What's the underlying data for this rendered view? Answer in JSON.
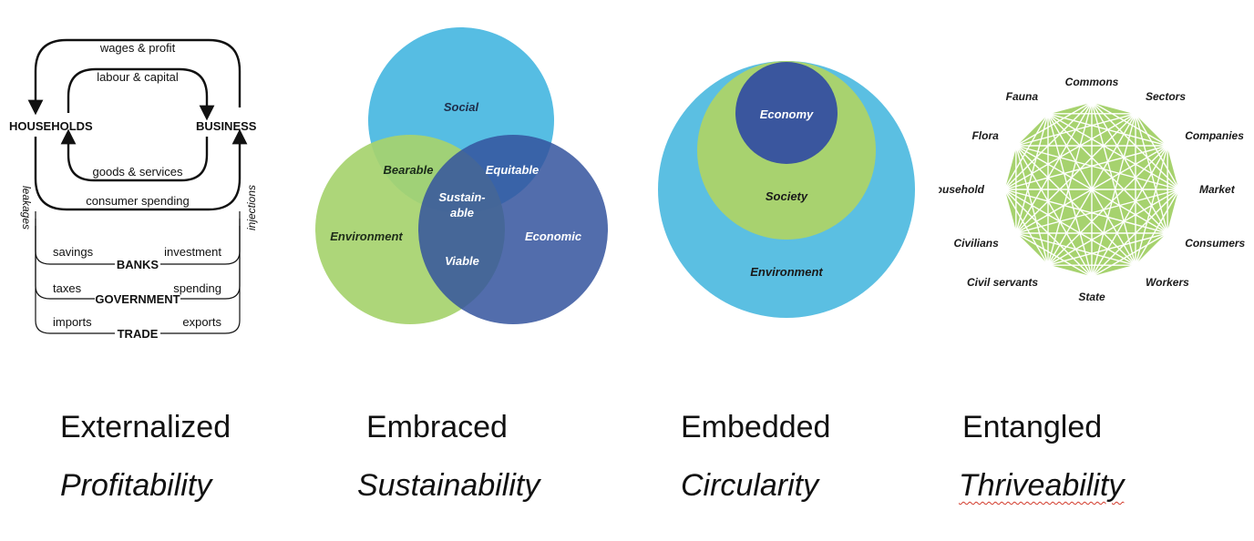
{
  "flow": {
    "wages": "wages & profit",
    "labour": "labour & capital",
    "households": "HOUSEHOLDS",
    "business": "BUSINESS",
    "goods": "goods & services",
    "consumer": "consumer spending",
    "leakages": "leakages",
    "injections": "injections",
    "savings": "savings",
    "investment": "investment",
    "banks": "BANKS",
    "taxes": "taxes",
    "spending": "spending",
    "government": "GOVERNMENT",
    "imports": "imports",
    "exports": "exports",
    "trade": "TRADE"
  },
  "venn": {
    "social": "Social",
    "environment": "Environment",
    "economic": "Economic",
    "bearable": "Bearable",
    "equitable": "Equitable",
    "viable": "Viable",
    "sustainable_1": "Sustain-",
    "sustainable_2": "able",
    "colors": {
      "social": "#56bde3",
      "environment": "#a6d26e",
      "economic": "#34549e"
    }
  },
  "nested": {
    "economy": "Economy",
    "society": "Society",
    "environment": "Environment",
    "colors": {
      "outer": "#5bbfe2",
      "middle": "#a8d26f",
      "inner": "#3a569e"
    }
  },
  "network": {
    "nodes": [
      "Commons",
      "Sectors",
      "Companies",
      "Market",
      "Consumers",
      "Workers",
      "State",
      "Civil servants",
      "Civilians",
      "Household",
      "Flora",
      "Fauna"
    ],
    "color": "#a6d26e"
  },
  "captions": [
    {
      "title": "Externalized",
      "subtitle": "Profitability"
    },
    {
      "title": "Embraced",
      "subtitle": "Sustainability"
    },
    {
      "title": "Embedded",
      "subtitle": "Circularity"
    },
    {
      "title": "Entangled",
      "subtitle": "Thriveability"
    }
  ]
}
